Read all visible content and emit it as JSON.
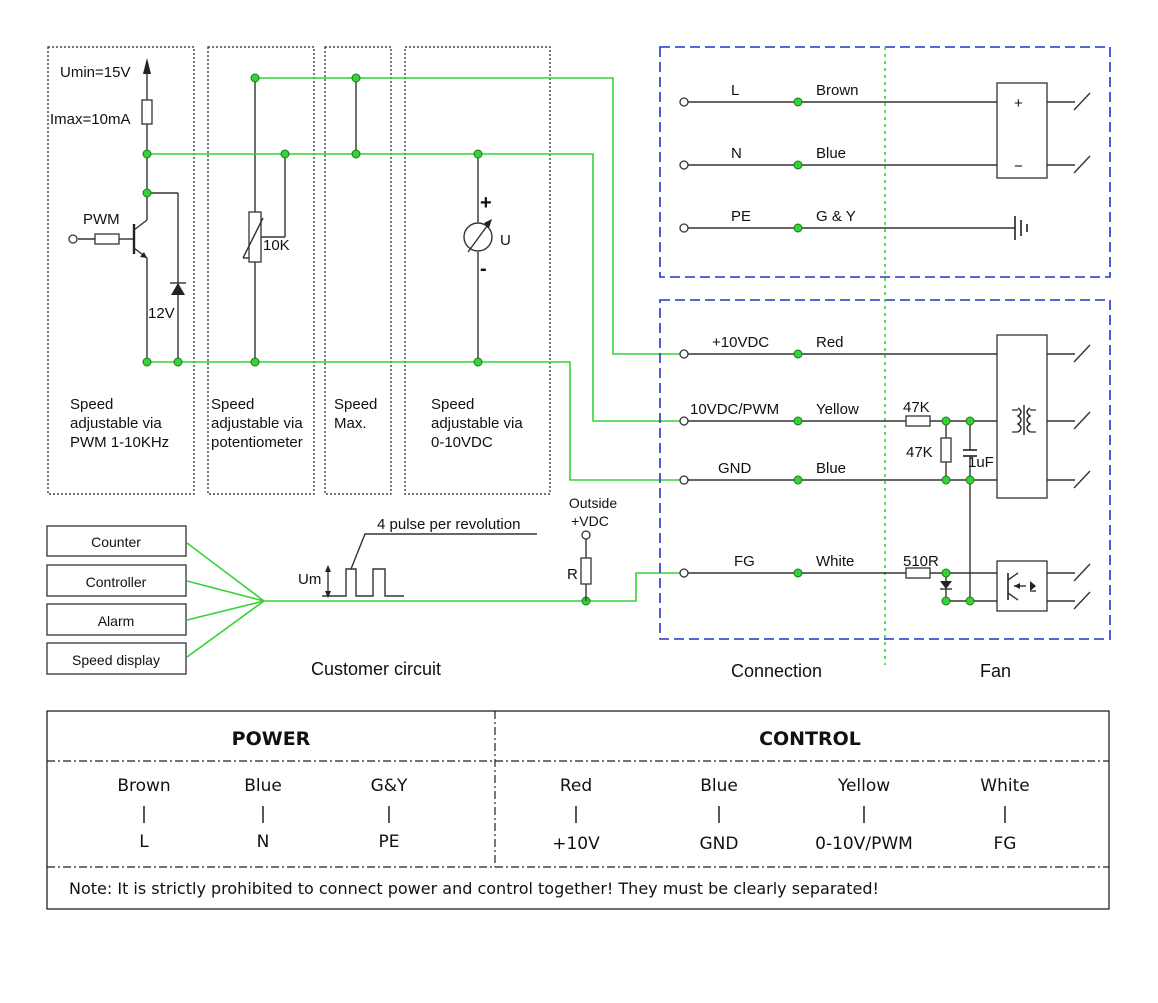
{
  "customer": {
    "umin": "Umin=15V",
    "imax": "Imax=10mA",
    "pwm": "PWM",
    "zener": "12V",
    "pot": "10K",
    "meter": "U",
    "plus": "+",
    "minus": "-",
    "panel_pwm": [
      "Speed",
      "adjustable via",
      "PWM 1-10KHz"
    ],
    "panel_pot": [
      "Speed",
      "adjustable via",
      "potentiometer"
    ],
    "panel_max": [
      "Speed",
      "Max."
    ],
    "panel_vdc": [
      "Speed",
      "adjustable via",
      "0-10VDC"
    ],
    "outputs": [
      "Counter",
      "Controller",
      "Alarm",
      "Speed display"
    ],
    "pulse_label": "4 pulse per revolution",
    "um": "Um",
    "outside": [
      "Outside",
      "+VDC"
    ],
    "r": "R",
    "section": "Customer circuit"
  },
  "connection": {
    "power": [
      {
        "pin": "L",
        "color": "Brown"
      },
      {
        "pin": "N",
        "color": "Blue"
      },
      {
        "pin": "PE",
        "color": "G & Y"
      }
    ],
    "control": [
      {
        "pin": "+10VDC",
        "color": "Red"
      },
      {
        "pin": "10VDC/PWM",
        "color": "Yellow"
      },
      {
        "pin": "GND",
        "color": "Blue"
      },
      {
        "pin": "FG",
        "color": "White"
      }
    ],
    "section": "Connection"
  },
  "fan": {
    "plus": "+",
    "minus": "−",
    "r47a": "47K",
    "r47b": "47K",
    "cap": "1uF",
    "r510": "510R",
    "section": "Fan"
  },
  "table": {
    "power_header": "POWER",
    "control_header": "CONTROL",
    "power_cols": [
      {
        "color": "Brown",
        "bar": "|",
        "pin": "L"
      },
      {
        "color": "Blue",
        "bar": "|",
        "pin": "N"
      },
      {
        "color": "G&Y",
        "bar": "|",
        "pin": "PE"
      }
    ],
    "control_cols": [
      {
        "color": "Red",
        "bar": "|",
        "pin": "+10V"
      },
      {
        "color": "Blue",
        "bar": "|",
        "pin": "GND"
      },
      {
        "color": "Yellow",
        "bar": "|",
        "pin": "0-10V/PWM"
      },
      {
        "color": "White",
        "bar": "|",
        "pin": "FG"
      }
    ],
    "note": "Note: It is strictly prohibited to connect power and control together!  They must be clearly separated!"
  },
  "colors": {
    "signal_wire": "#35d335",
    "mains_frame": "#2233cc",
    "ink": "#333333"
  }
}
